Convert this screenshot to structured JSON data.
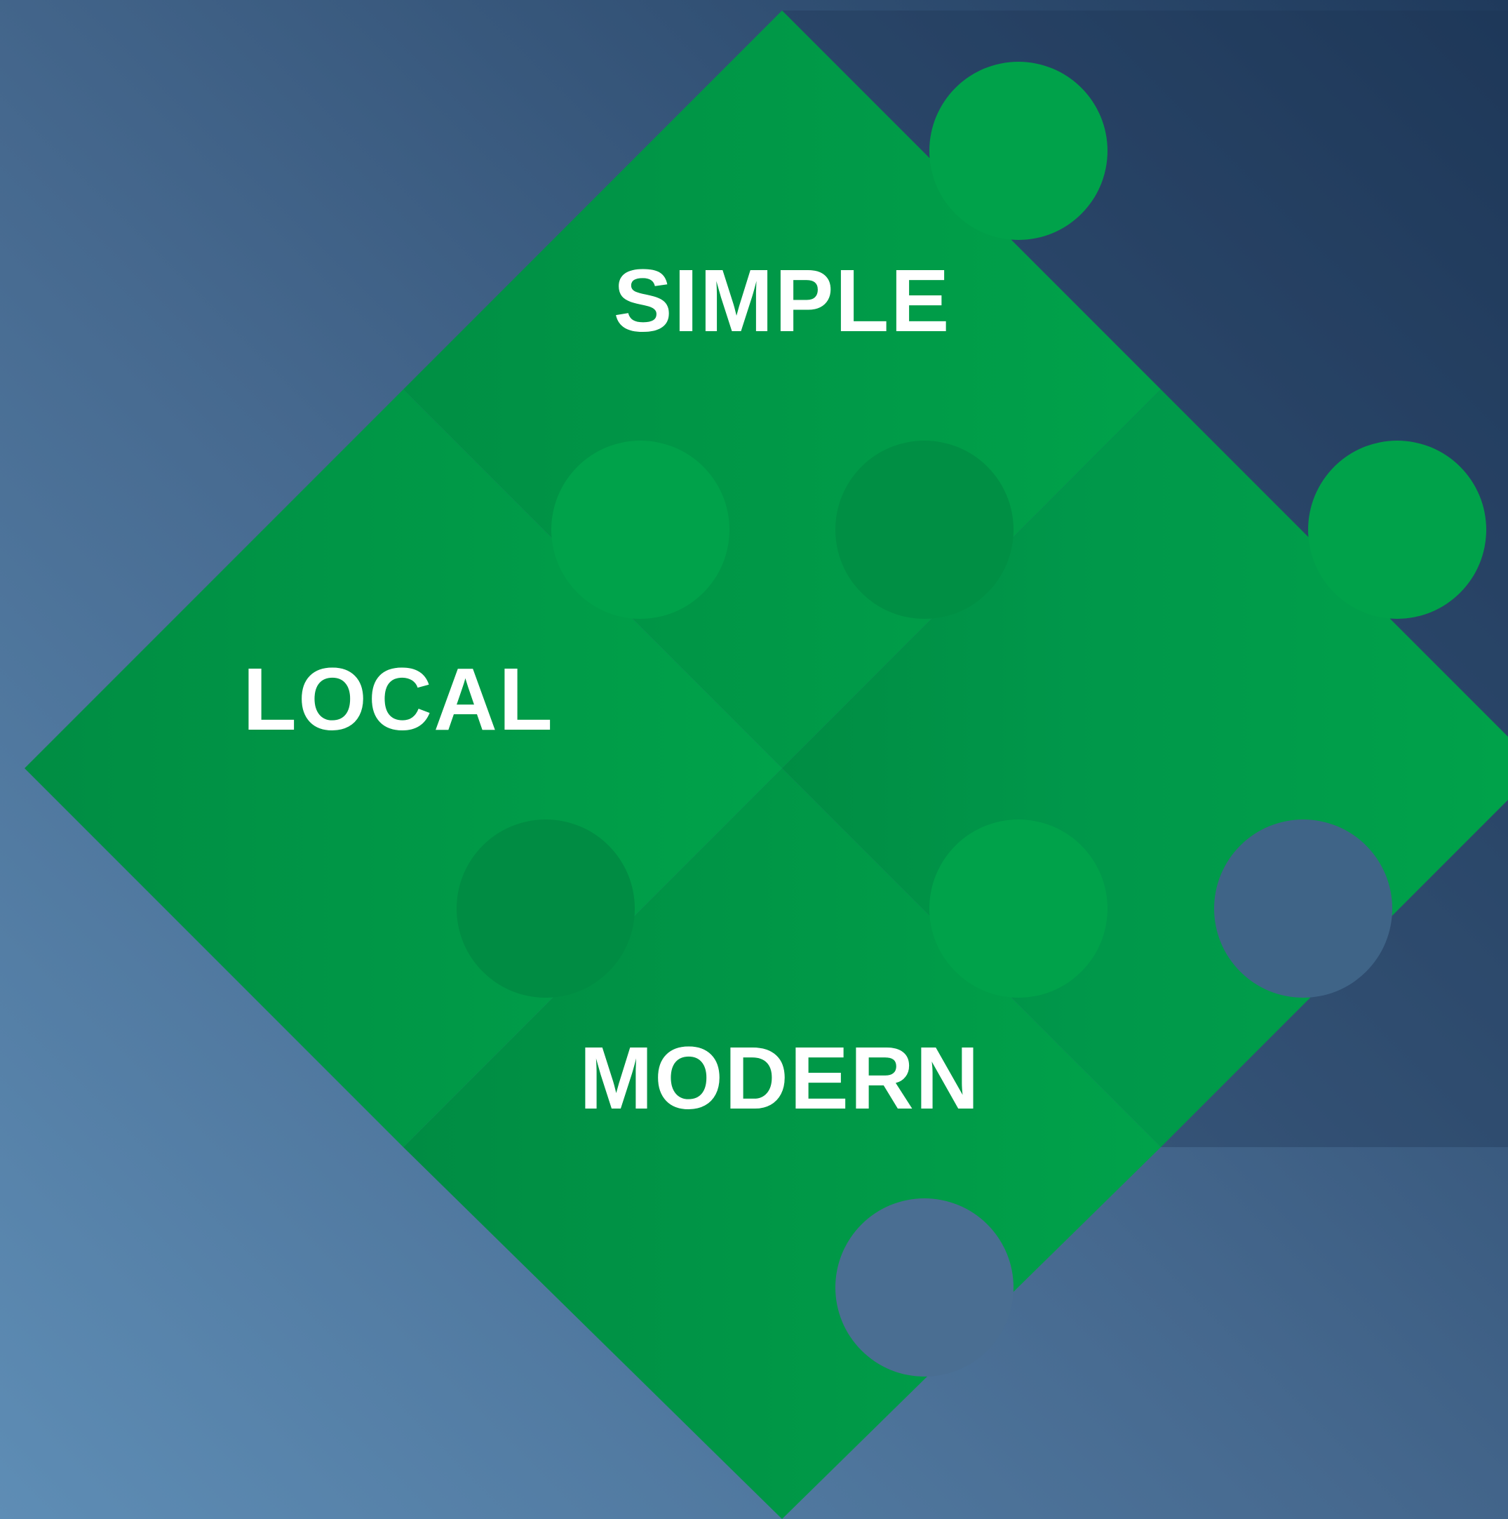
{
  "labels": {
    "top": "SIMPLE",
    "left": "LOCAL",
    "bottom": "MODERN"
  },
  "colors": {
    "background_light": "#5d8ab1",
    "background_dark": "#1f3a5c",
    "green_light": "#00a24a",
    "green_dark": "#008d43",
    "text": "#ffffff"
  }
}
